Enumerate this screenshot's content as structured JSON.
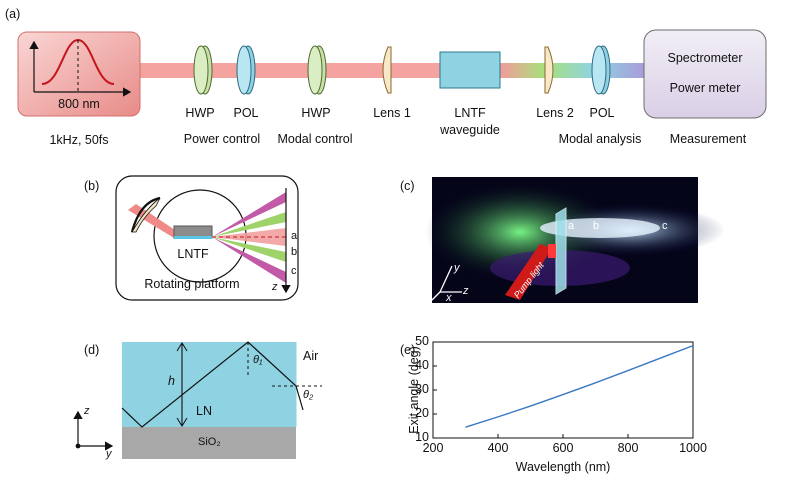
{
  "panels": {
    "a": "(a)",
    "b": "(b)",
    "c": "(c)",
    "d": "(d)",
    "e": "(e)"
  },
  "setup": {
    "source_wavelength": "800 nm",
    "source_spec": "1kHz, 50fs",
    "hwp1": "HWP",
    "pol1": "POL",
    "power_control": "Power control",
    "hwp2": "HWP",
    "modal_control": "Modal control",
    "lens1": "Lens 1",
    "lntf_line1": "LNTF",
    "lntf_line2": "waveguide",
    "lens2": "Lens 2",
    "pol2": "POL",
    "modal_analysis": "Modal analysis",
    "spectrometer": "Spectrometer",
    "power_meter": "Power meter",
    "measurement": "Measurement"
  },
  "platform": {
    "sample": "LNTF",
    "caption": "Rotating platform",
    "beam_a": "a",
    "beam_b": "b",
    "beam_c": "c",
    "axis": "z"
  },
  "photo": {
    "label_a": "a",
    "label_b": "b",
    "label_c": "c",
    "pump": "Pump light",
    "axis_y": "y",
    "axis_x": "x",
    "axis_z": "z"
  },
  "crosssection": {
    "air": "Air",
    "ln": "LN",
    "substrate": "SiO₂",
    "h": "h",
    "theta1": "θ₁",
    "theta2": "θ₂",
    "axis_z": "z",
    "axis_y": "y"
  },
  "colors": {
    "beam_red": "#f29a9a",
    "lens_green": "#cfe3b0",
    "pol_blue": "#9fd8ea",
    "waveguide": "#8fd3e3",
    "ln_region": "#8fd3e3",
    "substrate": "#a6a6a6",
    "plot_line": "#3a78c2"
  },
  "chart_data": {
    "type": "line",
    "xlabel": "Wavelength (nm)",
    "ylabel": "Exit angle (deg)",
    "xlim": [
      200,
      1000
    ],
    "ylim": [
      10,
      50
    ],
    "xticks": [
      200,
      400,
      600,
      800,
      1000
    ],
    "yticks": [
      10,
      20,
      30,
      40,
      50
    ],
    "series": [
      {
        "x": [
          300,
          400,
          500,
          600,
          700,
          800,
          900,
          1000
        ],
        "y": [
          14.5,
          18.8,
          23.3,
          28.1,
          33.0,
          38.1,
          43.3,
          48.5
        ]
      }
    ]
  }
}
